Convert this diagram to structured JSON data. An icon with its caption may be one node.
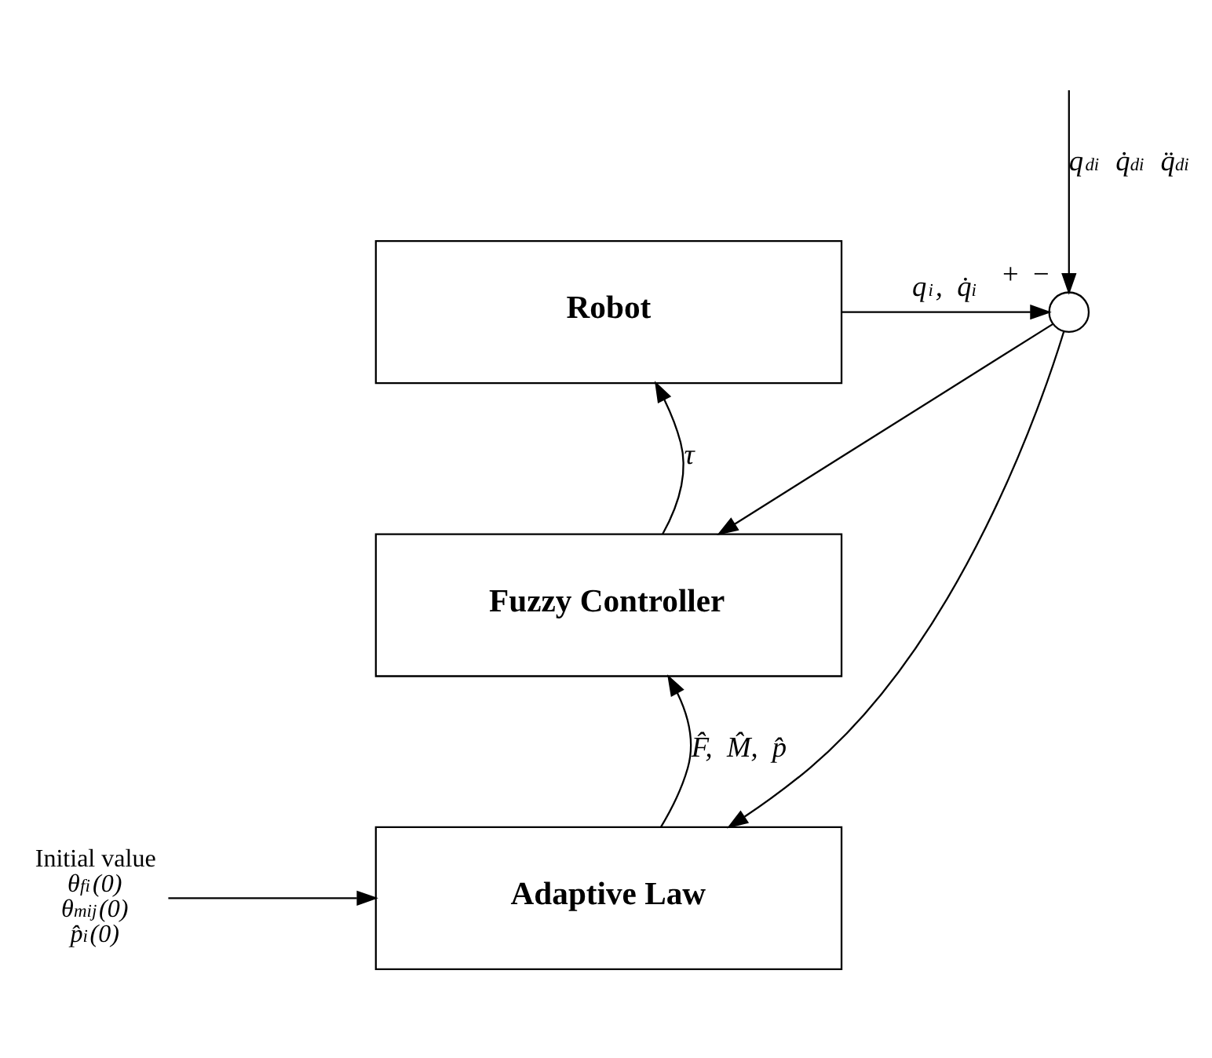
{
  "diagram": {
    "nodes": [
      {
        "text": [
          "Robot"
        ]
      },
      {
        "text": [
          "Fuzzy Controller"
        ]
      },
      {
        "text": [
          "Adaptive Law"
        ]
      },
      {
        "text": [],
        "shape": "circle",
        "beside": [
          "+",
          "−"
        ]
      },
      {
        "text": [
          "Initial value",
          "θ$_{fi}$(0)",
          "θ$_{mij}$(0)",
          "p̂$_{i}$(0)"
        ]
      }
    ],
    "edges": [
      {
        "from": 0,
        "to": 3,
        "arrow": "to",
        "label": "q$_{i}$, q̇$_{i}$"
      },
      {
        "from": null,
        "to": 3,
        "arrow": "to",
        "label": "q$_{di}$ q̇$_{di}$ q̈$_{di}$"
      },
      {
        "from": 3,
        "to": 1,
        "arrow": "to"
      },
      {
        "from": 3,
        "to": 2,
        "arrow": "to"
      },
      {
        "from": 1,
        "to": 0,
        "arrow": "to",
        "label": "τ"
      },
      {
        "from": 2,
        "to": 1,
        "arrow": "to",
        "label": "F̂, M̂, p̂"
      },
      {
        "from": 4,
        "to": 2,
        "arrow": "to"
      }
    ]
  }
}
